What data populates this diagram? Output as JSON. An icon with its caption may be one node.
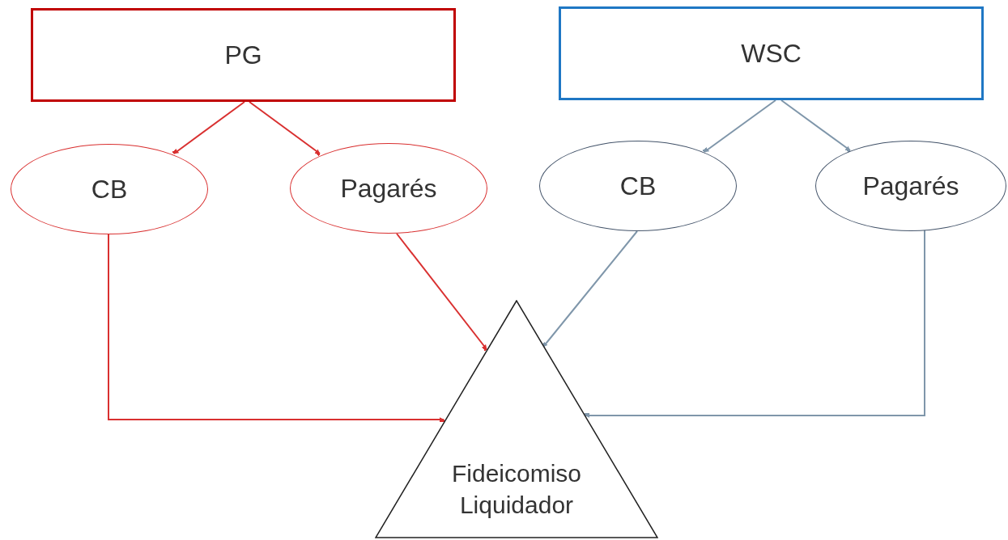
{
  "diagram": {
    "nodes": [
      {
        "text": [
          "PG"
        ]
      },
      {
        "text": [
          "WSC"
        ]
      },
      {
        "text": [
          "CB"
        ]
      },
      {
        "text": [
          "Pagarés"
        ]
      },
      {
        "text": [
          "CB"
        ]
      },
      {
        "text": [
          "Pagarés"
        ]
      },
      {
        "text": [
          "Fideicomiso Liquidador"
        ]
      }
    ],
    "edges": [
      {
        "from": 0,
        "to": 2,
        "arrow": "to",
        "color": "#d93030"
      },
      {
        "from": 0,
        "to": 3,
        "arrow": "to",
        "color": "#d93030"
      },
      {
        "from": 1,
        "to": 4,
        "arrow": "to",
        "color": "#7f96aa"
      },
      {
        "from": 1,
        "to": 5,
        "arrow": "to",
        "color": "#7f96aa"
      },
      {
        "from": 2,
        "to": 6,
        "arrow": "to",
        "color": "#d93030"
      },
      {
        "from": 3,
        "to": 6,
        "arrow": "to",
        "color": "#d93030"
      },
      {
        "from": 4,
        "to": 6,
        "arrow": "to",
        "color": "#7f96aa"
      },
      {
        "from": 5,
        "to": 6,
        "arrow": "to",
        "color": "#7f96aa"
      }
    ]
  }
}
